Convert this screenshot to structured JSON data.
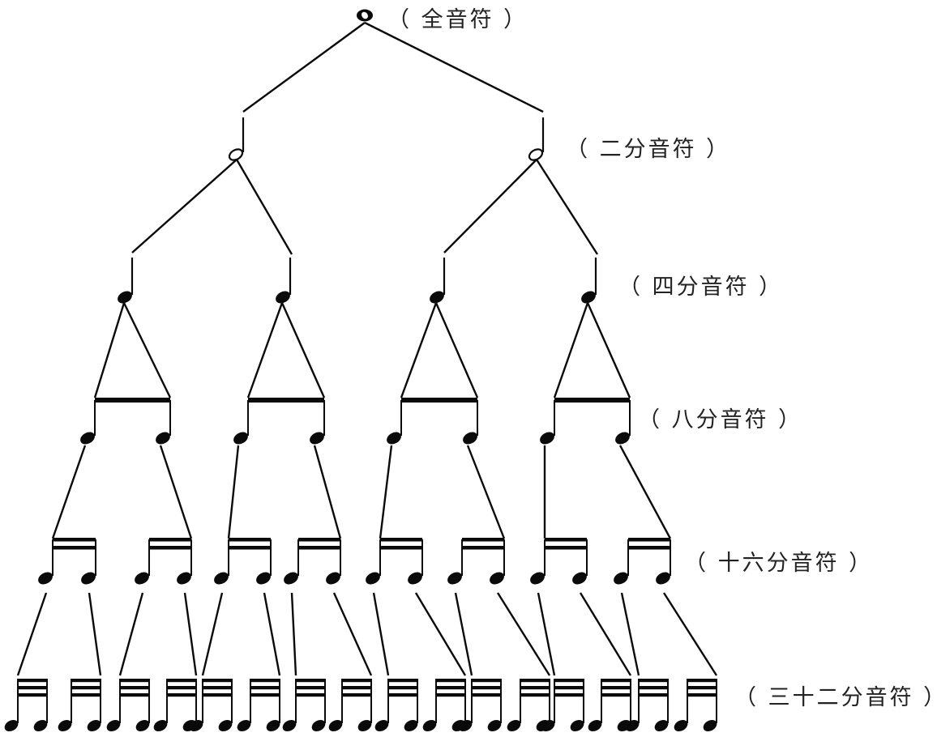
{
  "colors": {
    "ink": "#0a0a0a",
    "text": "#222222",
    "background": "#ffffff"
  },
  "levels": [
    {
      "id": "whole",
      "label": "（ 全音符 ）",
      "note": "whole-note",
      "count": 1
    },
    {
      "id": "half",
      "label": "（ 二分音符 ）",
      "note": "half-note",
      "count": 2
    },
    {
      "id": "quarter",
      "label": "（ 四分音符 ）",
      "note": "quarter-note",
      "count": 4
    },
    {
      "id": "eighth",
      "label": "（ 八分音符 ）",
      "note": "eighth-note",
      "count": 8
    },
    {
      "id": "sixteenth",
      "label": "（ 十六分音符 ）",
      "note": "sixteenth-note",
      "count": 16
    },
    {
      "id": "thirtysecond",
      "label": "（ 三十二分音符 ）",
      "note": "thirty-second-note",
      "count": 32
    }
  ]
}
